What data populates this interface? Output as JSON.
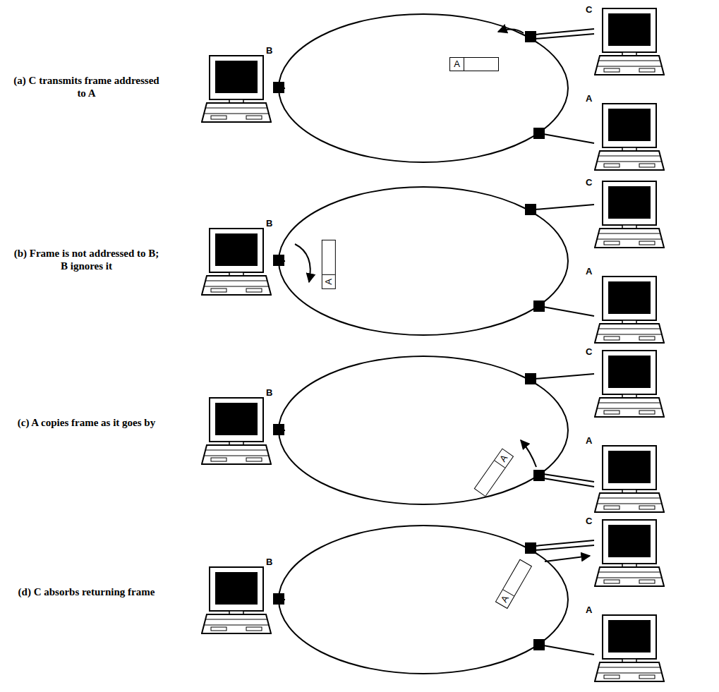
{
  "diagram": {
    "nodes": [
      {
        "text": [
          "A"
        ]
      },
      {
        "text": [
          "A"
        ]
      },
      {
        "text": [
          "A"
        ]
      },
      {
        "text": [
          "A"
        ]
      }
    ],
    "labels": [
      "(a) C transmits frame addressed to A",
      "B",
      "C",
      "A",
      "(b) Frame is not addressed to B; B ignores it",
      "B",
      "C",
      "A",
      "(c) A copies frame as it goes by",
      "B",
      "C",
      "A",
      "(d) C absorbs returning frame",
      "B",
      "C",
      "A"
    ]
  }
}
